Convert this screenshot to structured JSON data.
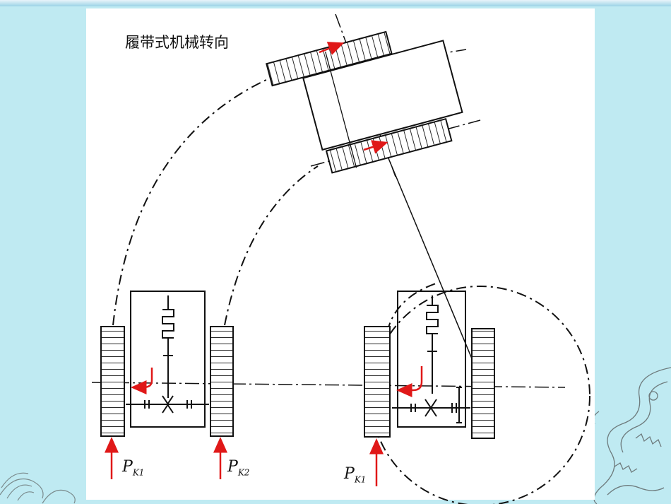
{
  "slide": {
    "background_color": "#bfeaf2",
    "panel_color": "#ffffff",
    "accent_color": "#e01818",
    "line_color": "#111111"
  },
  "diagram": {
    "title": "履带式机械转向",
    "force_labels": [
      {
        "symbol": "P",
        "subscript": "K1"
      },
      {
        "symbol": "P",
        "subscript": "K2"
      },
      {
        "symbol": "P",
        "subscript": "K1"
      }
    ],
    "icons": [
      "force-arrow-icon",
      "wave-decoration-icon",
      "dragon-decoration-icon"
    ]
  }
}
